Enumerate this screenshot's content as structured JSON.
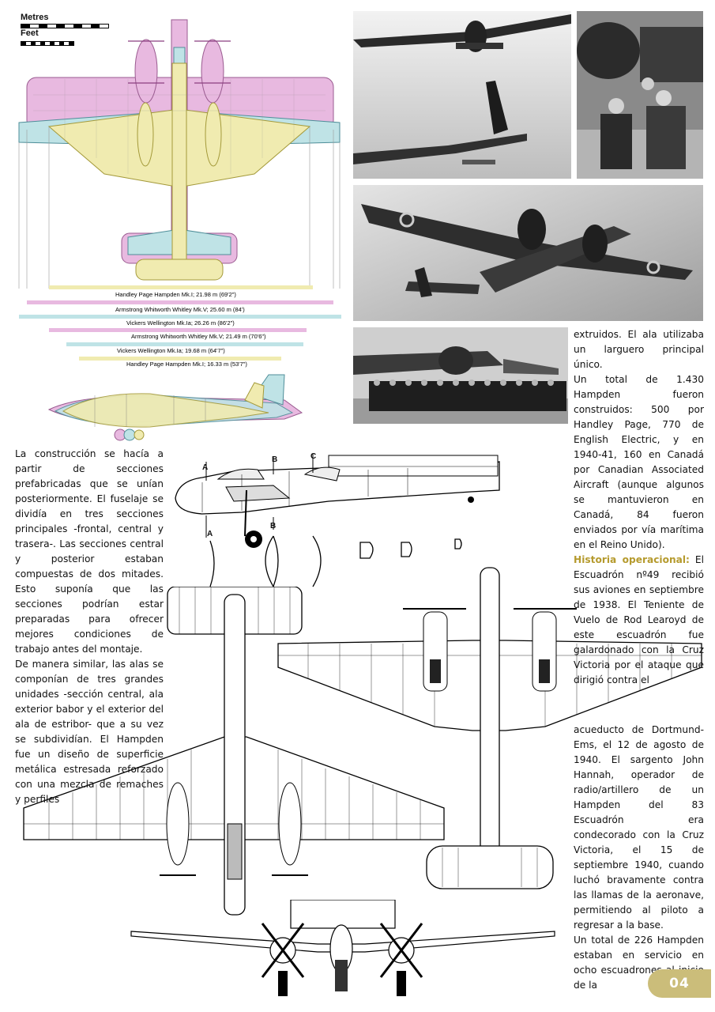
{
  "scale": {
    "metres_label": "Metres",
    "feet_label": "Feet"
  },
  "comparison_top": [
    {
      "label": "Handley Page Hampden Mk.I; 21.98 m (69'2\")",
      "color": "#f0ebb0"
    },
    {
      "label": "Armstrong Whitworth Whitley Mk.V; 25.60 m (84')",
      "color": "#e8b9e0"
    },
    {
      "label": "Vickers Wellington Mk.Ia; 26.26 m (86'2\")",
      "color": "#bfe3e6"
    }
  ],
  "comparison_side": [
    {
      "label": "Armstrong Whitworth Whitley Mk.V; 21.49 m (70'6\")",
      "color": "#e8b9e0"
    },
    {
      "label": "Vickers Wellington Mk.Ia; 19.68 m (64'7\")",
      "color": "#bfe3e6"
    },
    {
      "label": "Handley Page Hampden Mk.I; 16.33 m (53'7\")",
      "color": "#f0ebb0"
    }
  ],
  "section_letters": {
    "a1": "A",
    "a2": "A",
    "b1": "B",
    "b2": "B",
    "c1": "C"
  },
  "text_left": [
    "La construcción se hacía a partir de secciones prefabricadas que se unían posteriormente. El fuselaje se dividía en tres secciones principales -frontal, central y trasera-. Las secciones central y posterior estaban compuestas de dos mitades. Esto suponía que las secciones podrían estar preparadas para ofrecer mejores condiciones de trabajo antes del montaje.",
    "De manera similar, las alas se componían de tres grandes unidades -sección central, ala exterior babor y el exterior del ala de estribor- que a su vez se subdividían. El Hampden fue un diseño de superficie metálica estresada reforzado con una mezcla de remaches y perfiles"
  ],
  "text_right_top": {
    "p1": "extruidos. El ala utilizaba un larguero principal único.",
    "p2": "Un total de 1.430 Hampden fueron construidos: 500 por Handley Page, 770 de English Electric, y en 1940-41, 160 en Canadá por Canadian Associated Aircraft (aunque algunos se mantuvieron en Canadá, 84 fueron enviados por vía marítima en el Reino Unido).",
    "heading": "Historia operacional:",
    "p3": "El Escuadrón nº49 recibió sus aviones en septiembre de 1938. El Teniente de Vuelo de Rod Learoyd de este escuadrón fue galardonado con la Cruz Victoria por el ataque que dirigió contra el"
  },
  "text_right_bottom": {
    "p1": "acueducto de Dortmund-Ems, el 12 de agosto de 1940. El sargento John Hannah, operador de radio/artillero de un Hampden del 83 Escuadrón era condecorado con la Cruz Victoria, el 15 de septiembre 1940, cuando luchó bravamente contra las llamas de la aeronave, permitiendo al piloto a regresar a la base.",
    "p2": "Un total de 226 Hampden estaban en servicio en ocho escuadrones al inicio de la"
  },
  "page_number": "04"
}
